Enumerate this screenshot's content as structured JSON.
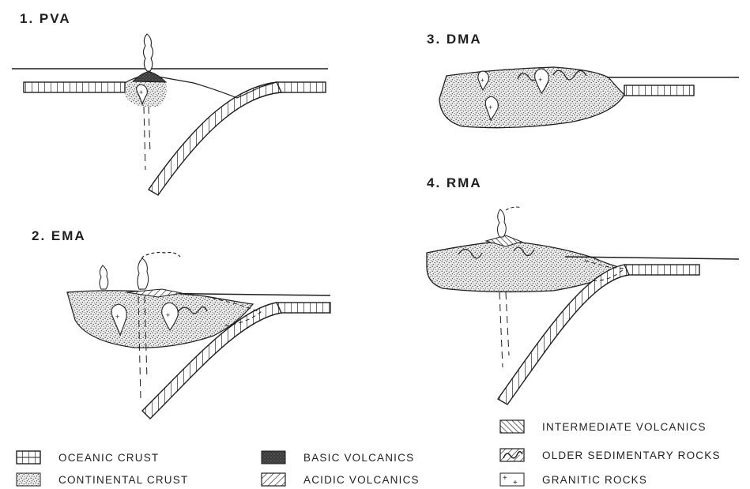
{
  "panels": [
    {
      "id": "pva",
      "title": "1. PVA"
    },
    {
      "id": "ema",
      "title": "2. EMA"
    },
    {
      "id": "dma",
      "title": "3. DMA"
    },
    {
      "id": "rma",
      "title": "4. RMA"
    }
  ],
  "legend": {
    "items": [
      {
        "id": "oceanic-crust",
        "label": "OCEANIC CRUST",
        "pattern": "grid"
      },
      {
        "id": "continental-crust",
        "label": "CONTINENTAL CRUST",
        "pattern": "dots"
      },
      {
        "id": "basic-volcanics",
        "label": "BASIC VOLCANICS",
        "pattern": "dark"
      },
      {
        "id": "acidic-volcanics",
        "label": "ACIDIC VOLCANICS",
        "pattern": "hatch-right"
      },
      {
        "id": "intermediate-volcanics",
        "label": "INTERMEDIATE VOLCANICS",
        "pattern": "hatch-left"
      },
      {
        "id": "older-sedimentary-rocks",
        "label": "OLDER SEDIMENTARY ROCKS",
        "pattern": "folded"
      },
      {
        "id": "granitic-rocks",
        "label": "GRANITIC ROCKS",
        "pattern": "plus"
      }
    ]
  },
  "colors": {
    "ink": "#1e1e1e",
    "paper": "#ffffff",
    "stipple": "#555555"
  }
}
